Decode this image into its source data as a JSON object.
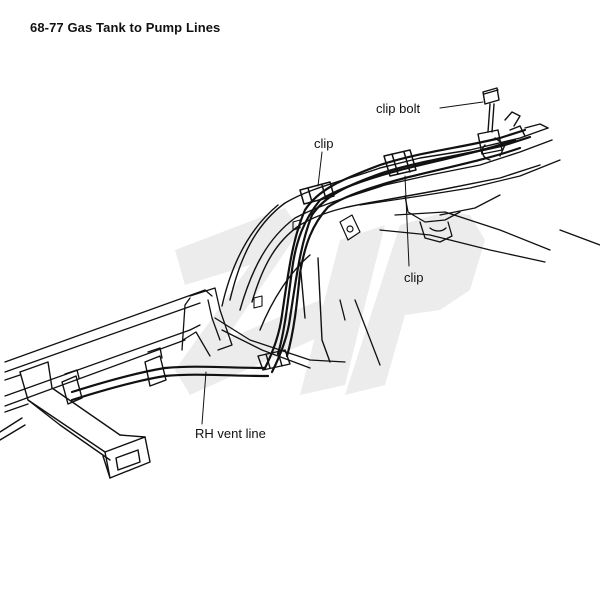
{
  "figure": {
    "title": "68-77 Gas Tank to Pump Lines"
  },
  "callouts": {
    "clip_bolt": "clip bolt",
    "clip_top": "clip",
    "clip_right": "clip",
    "rh_vent_line": "RH vent line"
  },
  "watermark": {
    "text": "ZIP"
  },
  "colors": {
    "ink": "#111111",
    "watermark": "#ececec",
    "background": "#ffffff"
  }
}
